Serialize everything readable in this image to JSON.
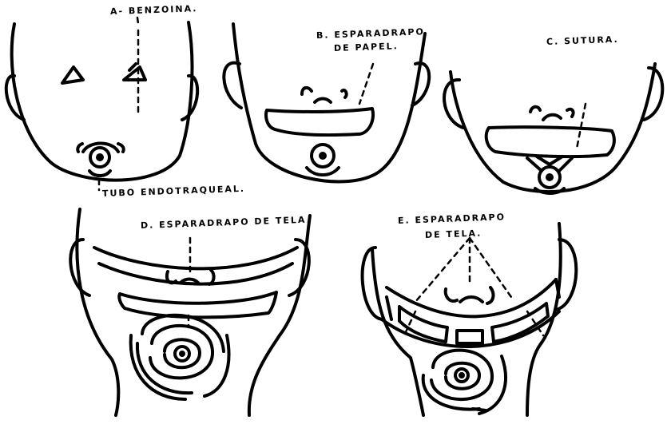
{
  "labels": {
    "a": "A- BENZOINA.",
    "b_line1": "B. ESPARADRAPO",
    "b_line2": "DE PAPEL.",
    "c": "C. SUTURA.",
    "tube": "TUBO ENDOTRAQUEAL.",
    "d": "D. ESPARADRAPO DE TELA.",
    "e_line1": "E. ESPARADRAPO",
    "e_line2": "DE TELA."
  },
  "colors": {
    "ink": "#000000",
    "paper": "#ffffff"
  }
}
